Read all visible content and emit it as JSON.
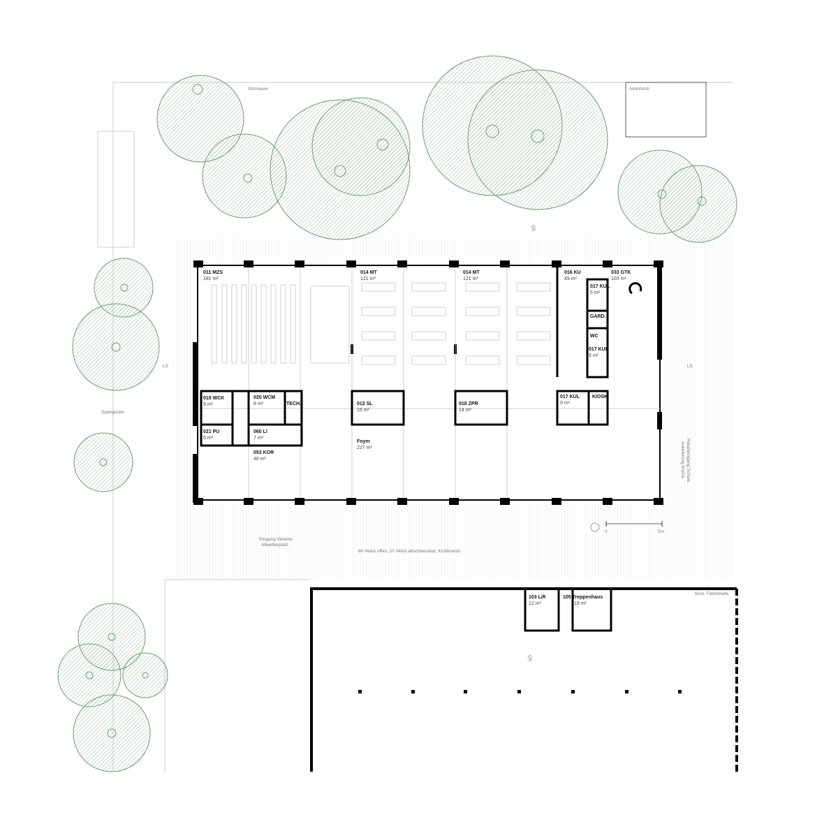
{
  "site_labels": {
    "sitzmauer": "Sitzmauer",
    "atomhuesli": "Atomhüsli",
    "spielgeraete": "Spielgeräte",
    "ls_left": "LS",
    "ls_right": "LS",
    "qs_top": "QS",
    "qs_bottom": "QS",
    "fabrikhalle": "Best. Fabrikhalle",
    "eingang1": "Eingang Vereine",
    "eingang2": "Allwetterplatz",
    "velos": "60 Velos offen, 10 Velos abschliessbar, Kickboards",
    "haupteingang1": "Haupteingang Schule",
    "haupteingang2": "Anlieferung Küche"
  },
  "scale": {
    "zero": "0",
    "five": "5m"
  },
  "rooms": [
    {
      "name": "011 MZS",
      "area": "181 m²"
    },
    {
      "name": "014 MT",
      "area": "121 m²"
    },
    {
      "name": "014 MT",
      "area": "121 m²"
    },
    {
      "name": "016 KU",
      "area": "49 m²"
    },
    {
      "name": "033 GTK",
      "area": "103 m²"
    },
    {
      "name": "017 KUL",
      "area": "5 m²"
    },
    {
      "name": "GARD.",
      "area": ""
    },
    {
      "name": "WC",
      "area": ""
    },
    {
      "name": "017 KUL",
      "area": "5 m²"
    },
    {
      "name": "019 WCK",
      "area": "9 m²"
    },
    {
      "name": "020 WCM",
      "area": "8 m²"
    },
    {
      "name": "TECH.",
      "area": ""
    },
    {
      "name": "012 SL",
      "area": "15 m²"
    },
    {
      "name": "018 ZPR",
      "area": "14 m²"
    },
    {
      "name": "017 KUL",
      "area": "9 m²"
    },
    {
      "name": "KIOSK",
      "area": ""
    },
    {
      "name": "021 PU",
      "area": "5 m²"
    },
    {
      "name": "060 LI",
      "area": "7 m²"
    },
    {
      "name": "053 KOR",
      "area": "48 m²"
    },
    {
      "name": "Foyer",
      "area": "227 m²"
    },
    {
      "name": "103 Lift",
      "area": "12 m²"
    },
    {
      "name": "105 Treppenhaus",
      "area": "19 m²"
    }
  ]
}
